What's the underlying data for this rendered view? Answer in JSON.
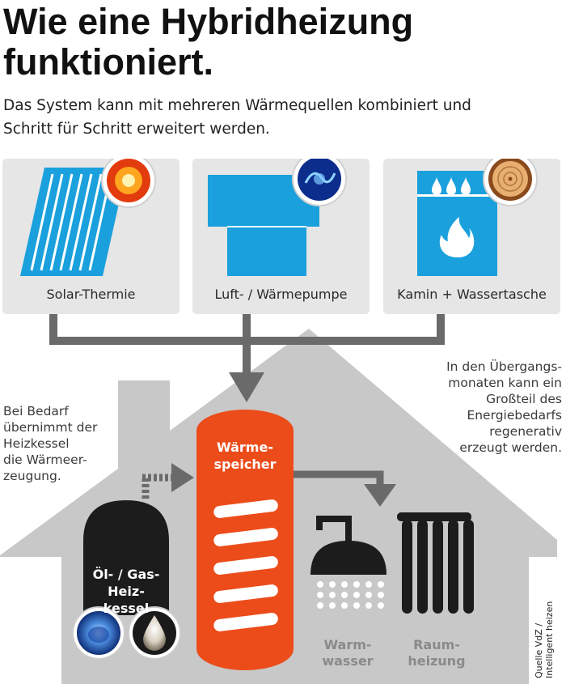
{
  "title_line1": "Wie eine Hybridheizung",
  "title_line2": "funktioniert.",
  "subtitle_line1": "Das System kann mit mehreren Wärmequellen kombiniert und",
  "subtitle_line2": "Schritt für Schritt erweitert werden.",
  "sources": [
    {
      "label": "Solar-Thermie",
      "badge": "sun-icon"
    },
    {
      "label": "Luft- / Wärmepumpe",
      "badge": "air-energy-icon"
    },
    {
      "label": "Kamin + Wassertasche",
      "badge": "wood-log-icon"
    }
  ],
  "note_left": [
    "Bei Bedarf",
    "übernimmt der",
    "Heizkessel",
    "die Wärmeer-",
    "zeugung."
  ],
  "note_right": [
    "In den Übergangs-",
    "monaten kann ein",
    "Großteil des",
    "Energiebedarfs",
    "regenerativ",
    "erzeugt werden."
  ],
  "storage_label": [
    "Wärme-",
    "speicher"
  ],
  "boiler_label": [
    "Öl- / Gas-",
    "Heiz-",
    "kessel"
  ],
  "boiler_badges": [
    "gas-flame-icon",
    "oil-drop-icon"
  ],
  "warmwater_label": [
    "Warm-",
    "wasser"
  ],
  "heating_label": [
    "Raum-",
    "heizung"
  ],
  "source_credit": [
    "Quelle VdZ /",
    "Intelligent heizen"
  ],
  "colors": {
    "accent_blue": "#1aa0dc",
    "storage_orange": "#ec4c1a",
    "house_gray": "#c8c8c8",
    "card_gray": "#e6e6e6",
    "pipe_gray": "#6a6a6a",
    "dark": "#1c1c1c"
  }
}
